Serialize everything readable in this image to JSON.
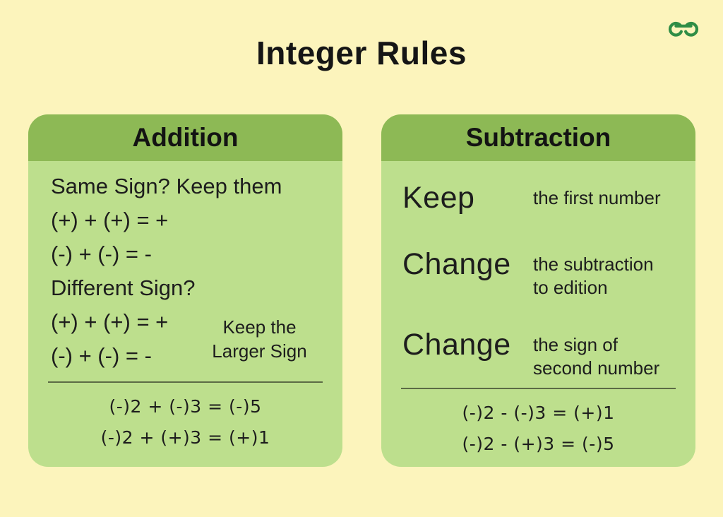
{
  "page": {
    "title": "Integer Rules"
  },
  "logo": {
    "name": "geeksforgeeks-logo",
    "color": "#2F8D46"
  },
  "colors": {
    "background": "#FCF4BC",
    "card_header_green": "#8DB955",
    "card_body_green": "#BDDF8D",
    "divider": "#5C6B45",
    "text": "#1D1D1D"
  },
  "cards": {
    "addition": {
      "title": "Addition",
      "lines": [
        "Same Sign? Keep them",
        "(+) + (+) = +",
        "(-) + (-) = -",
        "Different Sign?"
      ],
      "pair_lines": [
        "(+) + (+) = +",
        "(-) + (-) = -"
      ],
      "note": "Keep the\nLarger Sign",
      "examples": [
        "(-)2 + (-)3 = (-)5",
        "(-)2 + (+)3 = (+)1"
      ]
    },
    "subtraction": {
      "title": "Subtraction",
      "rules": [
        {
          "keyword": "Keep",
          "description": "the first number"
        },
        {
          "keyword": "Change",
          "description": "the subtraction\nto edition"
        },
        {
          "keyword": "Change",
          "description": "the sign of\nsecond number"
        }
      ],
      "examples": [
        "(-)2 - (-)3 = (+)1",
        "(-)2 - (+)3 = (-)5"
      ]
    }
  }
}
